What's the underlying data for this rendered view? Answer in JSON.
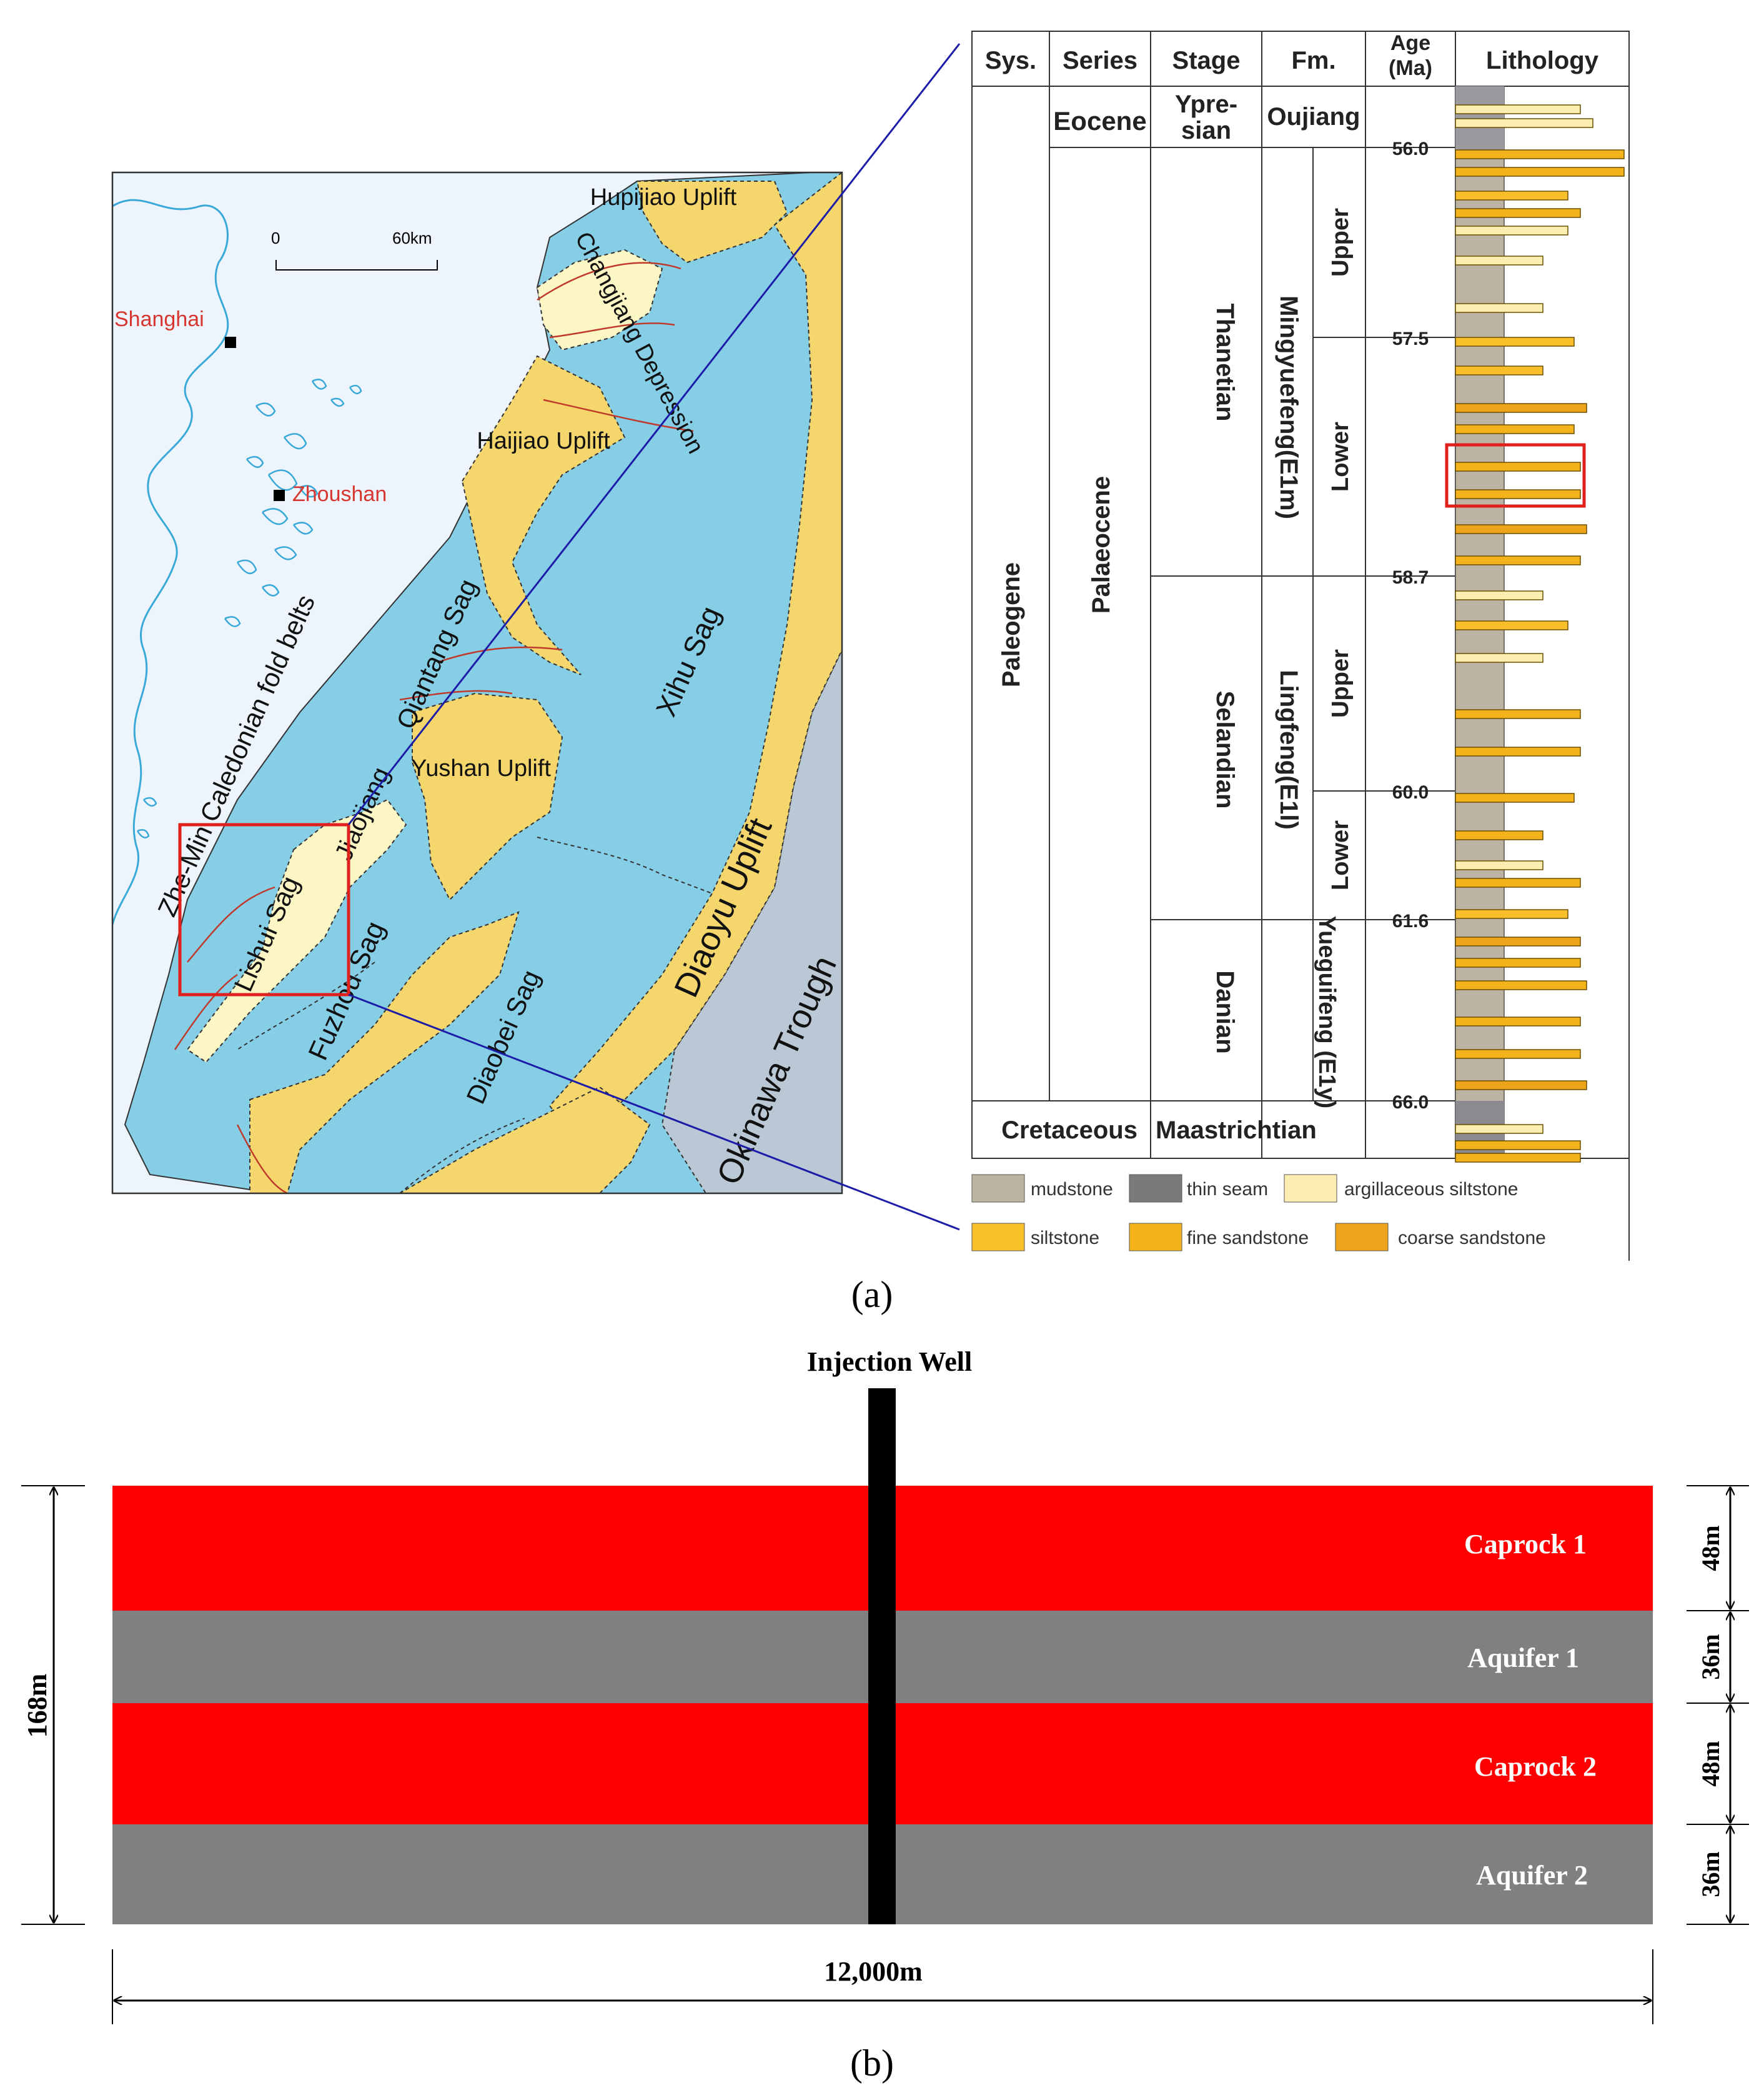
{
  "colors": {
    "sea": "#eef4fb",
    "coast": "#39a9d8",
    "sag": "#86cde6",
    "uplift": "#f4d66c",
    "pale": "#fcf5c4",
    "trough": "#b9c8d4",
    "fault": "#c0392b",
    "red_label": "#d6362f",
    "connector": "#1c1ca8",
    "caprock": "#ff0000",
    "aquifer": "#808080",
    "mudstone": "#bdb3a2",
    "thin_seam": "#7a7a7a",
    "arg_siltstone": "#fbeeb0",
    "siltstone": "#f8bf2a",
    "fine_sandstone": "#f4b21b",
    "coarse_sandstone": "#eda41a"
  },
  "panel_a": {
    "label": "(a)",
    "map": {
      "scale_zero": "0",
      "scale_end": "60km",
      "cities": [
        "Shanghai",
        "Zhoushan"
      ],
      "regions": [
        "Hupijiao Uplift",
        "Changjiang Depression",
        "Haijiao Uplift",
        "Zhe-Min Caledonian fold belts",
        "Qiantang Sag",
        "Xihu Sag",
        "Yushan Uplift",
        "Jiaojiang",
        "Lishui Sag",
        "Fuzhou Sag",
        "Diaobei Sag",
        "Diaoyu Uplift",
        "Okinawa Trough"
      ]
    },
    "column": {
      "headers": {
        "sys": "Sys.",
        "series": "Series",
        "stage": "Stage",
        "fm": "Fm.",
        "age": "Age (Ma)",
        "lithology": "Lithology"
      },
      "systems": [
        "Paleogene",
        "Cretaceous"
      ],
      "series": [
        "Eocene",
        "Palaeocene"
      ],
      "stages": [
        "Ypre-sian",
        "Thanetian",
        "Selandian",
        "Danian",
        "Maastrichtian"
      ],
      "formations": [
        "Oujiang",
        "Mingyuefeng(E1m)",
        "Lingfeng(E1l)",
        "Yueguifeng (E1y)"
      ],
      "members": [
        "Upper",
        "Lower",
        "Upper",
        "Lower"
      ],
      "ages": [
        "56.0",
        "57.5",
        "58.7",
        "60.0",
        "61.6",
        "66.0"
      ],
      "legend": [
        "mudstone",
        "thin seam",
        "argillaceous siltstone",
        "siltstone",
        "fine sandstone",
        "coarse sandstone"
      ]
    }
  },
  "panel_b": {
    "label": "(b)",
    "well": "Injection Well",
    "layers": [
      {
        "name": "Caprock 1",
        "thickness": "48m",
        "type": "caprock"
      },
      {
        "name": "Aquifer 1",
        "thickness": "36m",
        "type": "aquifer"
      },
      {
        "name": "Caprock 2",
        "thickness": "48m",
        "type": "caprock"
      },
      {
        "name": "Aquifer 2",
        "thickness": "36m",
        "type": "aquifer"
      }
    ],
    "total_height": "168m",
    "width": "12,000m"
  }
}
